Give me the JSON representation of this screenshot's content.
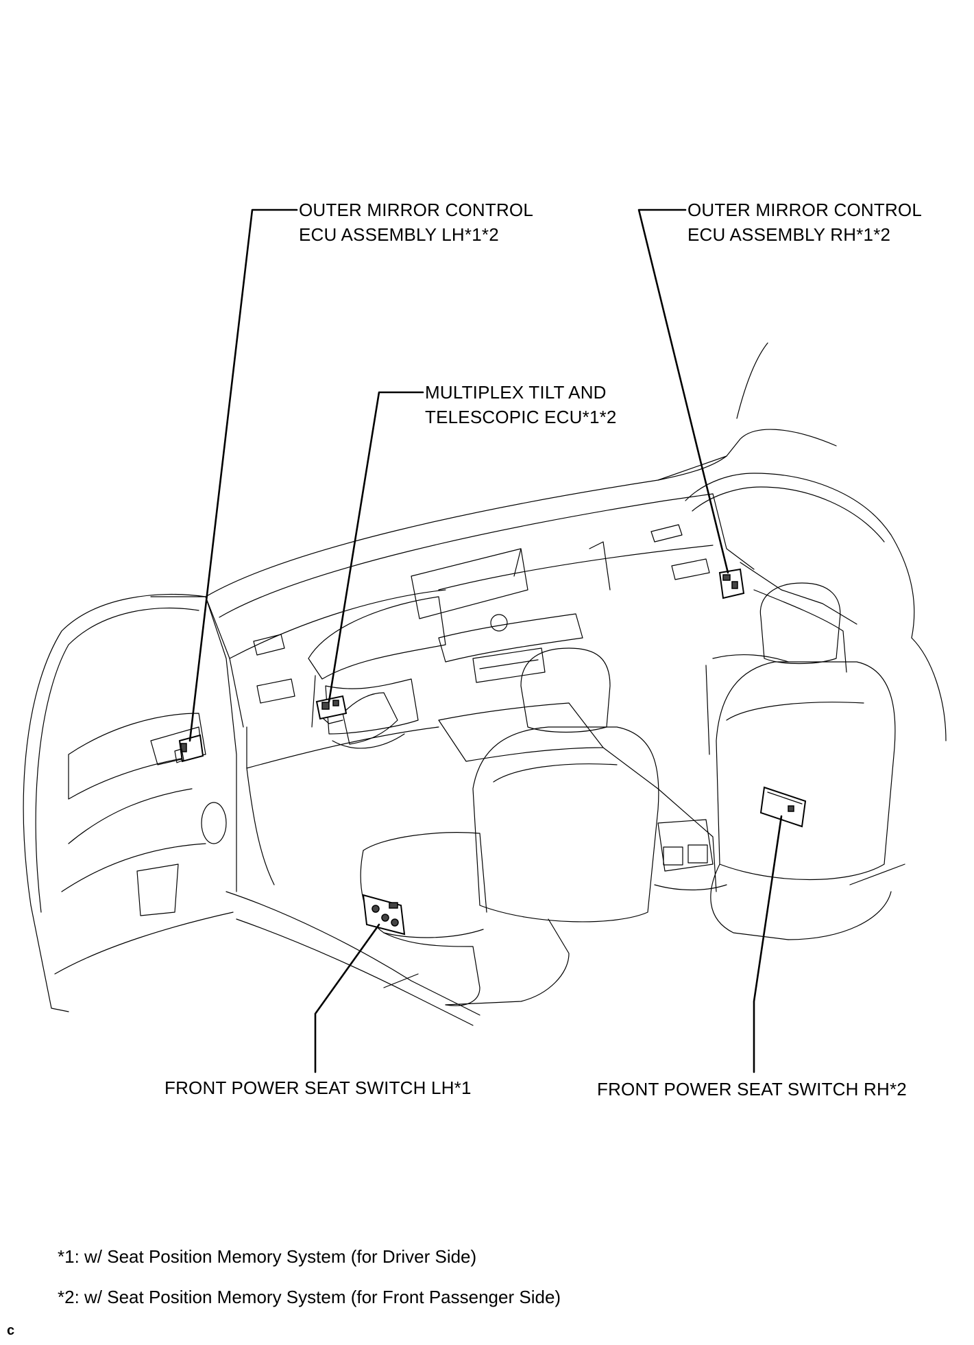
{
  "labels": {
    "mirror_lh_line1": "OUTER MIRROR CONTROL",
    "mirror_lh_line2": "ECU ASSEMBLY LH*1*2",
    "mirror_rh_line1": "OUTER MIRROR CONTROL",
    "mirror_rh_line2": "ECU ASSEMBLY RH*1*2",
    "tilt_line1": "MULTIPLEX TILT AND",
    "tilt_line2": "TELESCOPIC ECU*1*2",
    "seat_lh": "FRONT POWER SEAT SWITCH LH*1",
    "seat_rh": "FRONT POWER SEAT SWITCH RH*2"
  },
  "footnotes": {
    "note1": "*1: w/ Seat Position Memory System (for Driver Side)",
    "note2": "*2: w/ Seat Position Memory System (for Front Passenger Side)"
  },
  "corner_mark": "c"
}
